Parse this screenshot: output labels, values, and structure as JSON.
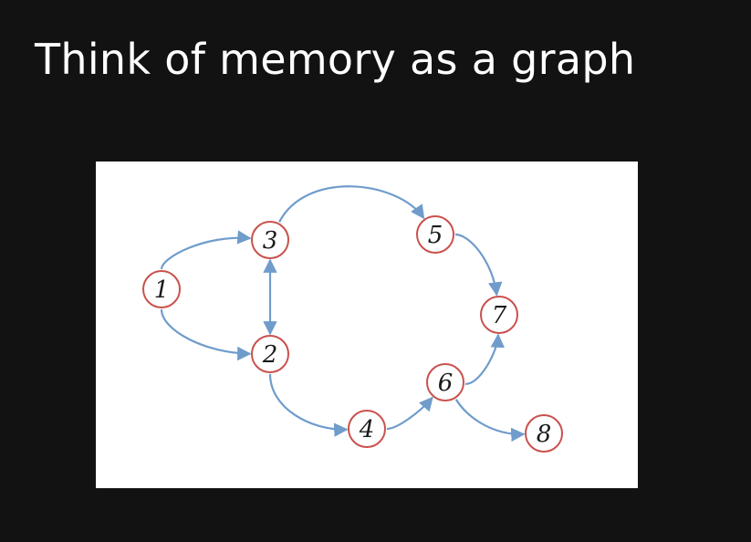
{
  "slide": {
    "title": "Think of memory as a graph"
  },
  "graph": {
    "edge_color": "#6f9ccb",
    "node_stroke_color": "#c9514c",
    "background_color": "#ffffff",
    "nodes": [
      {
        "id": "1",
        "label": "1"
      },
      {
        "id": "2",
        "label": "2"
      },
      {
        "id": "3",
        "label": "3"
      },
      {
        "id": "4",
        "label": "4"
      },
      {
        "id": "5",
        "label": "5"
      },
      {
        "id": "6",
        "label": "6"
      },
      {
        "id": "7",
        "label": "7"
      },
      {
        "id": "8",
        "label": "8"
      }
    ],
    "edges": [
      {
        "from": "1",
        "to": "3",
        "bidirectional": false
      },
      {
        "from": "1",
        "to": "2",
        "bidirectional": false
      },
      {
        "from": "3",
        "to": "2",
        "bidirectional": true
      },
      {
        "from": "3",
        "to": "5",
        "bidirectional": false
      },
      {
        "from": "2",
        "to": "4",
        "bidirectional": false
      },
      {
        "from": "4",
        "to": "6",
        "bidirectional": false
      },
      {
        "from": "5",
        "to": "7",
        "bidirectional": false
      },
      {
        "from": "6",
        "to": "7",
        "bidirectional": false
      },
      {
        "from": "6",
        "to": "8",
        "bidirectional": false
      }
    ]
  }
}
